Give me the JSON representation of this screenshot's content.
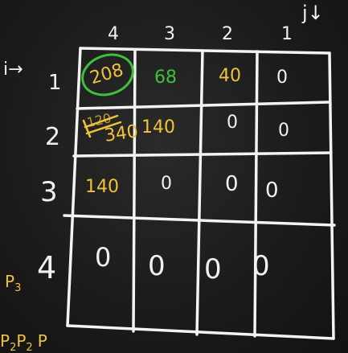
{
  "corner_label": "j↓",
  "row_index_label": "i→",
  "column_headers": [
    "4",
    "3",
    "2",
    "1"
  ],
  "row_headers": [
    "1",
    "2",
    "3",
    "4"
  ],
  "cells": {
    "r1": [
      "208",
      "68",
      "40",
      "0"
    ],
    "r2_crossed": "120",
    "r2": [
      "340",
      "140",
      "0",
      "0"
    ],
    "r3": [
      "140",
      "0",
      "0",
      "0"
    ],
    "r4": [
      "0",
      "0",
      "0",
      "0"
    ]
  },
  "left_notes": {
    "p3": "P",
    "p3_sub": "3",
    "bottom_partial": "P",
    "bottom_partial_sub1": "2",
    "bottom_partial_2": "P",
    "bottom_partial_sub2": "2",
    "bottom_partial_3": "P"
  },
  "colors": {
    "white": "#f1f1f1",
    "yellow": "#f0c23a",
    "green": "#3fbf3a"
  }
}
